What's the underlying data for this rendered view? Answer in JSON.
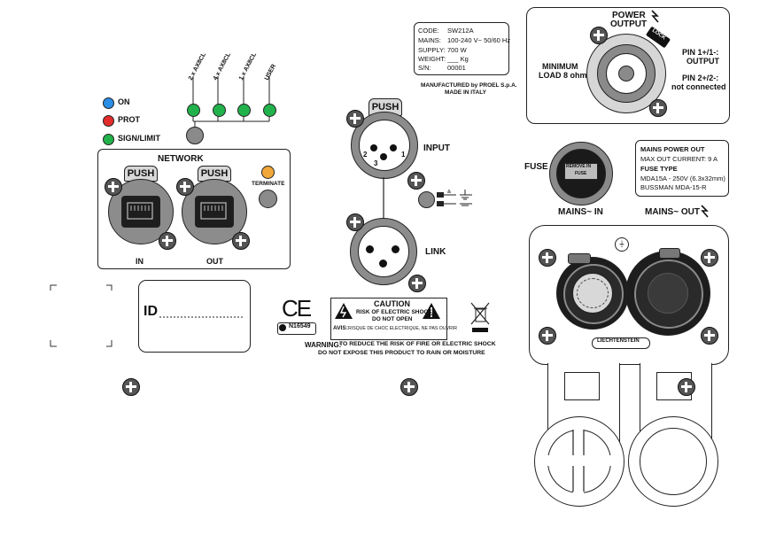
{
  "leds": {
    "on_label": "ON",
    "prot_label": "PROT",
    "sign_label": "SIGN/LIMIT",
    "on_color": "#2b8ee6",
    "prot_color": "#e22b2b",
    "sign_color": "#22b24c",
    "dip_color": "#22b24c",
    "terminate_color": "#f2a73a"
  },
  "presets": [
    "2 x AX8CL",
    "4 x AX8CL",
    "1 x AX8CL",
    "USER"
  ],
  "network": {
    "title": "NETWORK",
    "push": "PUSH",
    "in_label": "IN",
    "out_label": "OUT",
    "terminate": "TERMINATE"
  },
  "id_label": "ID",
  "specs": {
    "code": "CODE:",
    "code_val": "SW212A",
    "mains": "MAINS:",
    "mains_val": "100-240 V~ 50/60 Hz",
    "supply": "SUPPLY:",
    "supply_val": "700 W",
    "weight": "WEIGHT:",
    "weight_val": "___ Kg",
    "sn": "S/N:",
    "sn_val": "00001",
    "manufactured": "MANUFACTURED by PROEL S.p.A.",
    "made_in": "MADE IN ITALY"
  },
  "xlr": {
    "push": "PUSH",
    "input_label": "INPUT",
    "link_label": "LINK",
    "pin1": "1",
    "pin2": "2",
    "pin3": "3"
  },
  "power_output": {
    "title1": "POWER",
    "title2": "OUTPUT",
    "lock": "LOCK",
    "min1": "MINIMUM",
    "min2": "LOAD 8 ohm",
    "pin1": "PIN 1+/1-:",
    "pin1b": "OUTPUT",
    "pin2": "PIN 2+/2-:",
    "pin2b": "not connected"
  },
  "fuse": {
    "label": "FUSE",
    "cap1": "REMOVE IN",
    "cap2": "FUSE"
  },
  "mains_out_box": {
    "l1": "MAINS POWER OUT",
    "l2": "MAX OUT CURRENT: 9 A",
    "l3": "FUSE TYPE",
    "l4": "MDA15A - 250V (6.3x32mm)",
    "l5": "BUSSMAN MDA-15-R"
  },
  "mains_in_label": "MAINS~ IN",
  "mains_out_label": "MAINS~ OUT",
  "liechtenstein": "LIECHTENSTEIN",
  "warning": {
    "caution": "CAUTION",
    "risk": "RISK OF ELECTRIC SHOCK",
    "donot": "DO NOT OPEN",
    "avis": "AVIS:",
    "avis_text": "RISQUE DE CHOC ELECTRIQUE, NE PAS OUVRIR",
    "line1a": "WARNING:",
    "line1b": "TO REDUCE THE RISK OF FIRE OR ELECTRIC SHOCK",
    "line2": "DO NOT EXPOSE THIS PRODUCT TO RAIN OR MOISTURE"
  },
  "ce": "CE",
  "cert": "N16549"
}
